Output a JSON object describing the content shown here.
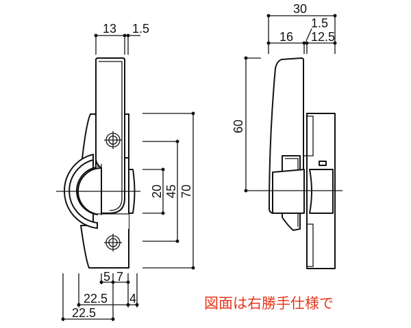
{
  "front_view": {
    "dims": {
      "handle_width": "13",
      "gap": "1.5",
      "d20": "20",
      "d45": "45",
      "d70": "70",
      "b5": "5",
      "b7": "7",
      "b4": "4",
      "b22a": "22.5",
      "b22b": "22.5"
    }
  },
  "side_view": {
    "dims": {
      "total": "30",
      "left": "16",
      "gap": "1.5",
      "right": "12.5",
      "height": "60"
    }
  },
  "note": {
    "text": "図面は右勝手仕様で",
    "color": "#e5361c"
  }
}
